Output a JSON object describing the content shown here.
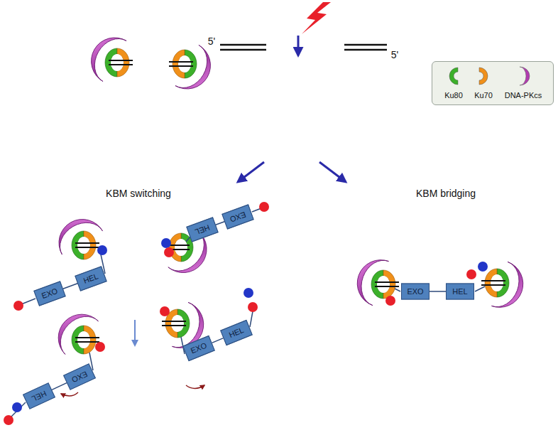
{
  "diagram": {
    "nodes": [
      {
        "text": [
          "EXO"
        ]
      },
      {
        "text": [
          "HEL"
        ]
      },
      {
        "text": [
          "EXO"
        ]
      },
      {
        "text": [
          "HEL"
        ]
      },
      {
        "text": [
          "EXO"
        ]
      },
      {
        "text": [
          "HEL"
        ]
      },
      {
        "text": [
          "EXO"
        ]
      },
      {
        "text": [
          "HEL"
        ]
      },
      {
        "text": [
          "EXO"
        ]
      },
      {
        "text": [
          "HEL"
        ]
      }
    ],
    "edges": [
      {
        "from": 0,
        "to": 1,
        "arrow": "none"
      },
      {
        "from": 2,
        "to": 3,
        "arrow": "none"
      },
      {
        "from": 4,
        "to": 5,
        "arrow": "none"
      },
      {
        "from": 6,
        "to": 7,
        "arrow": "none"
      },
      {
        "from": 8,
        "to": 9,
        "arrow": "none"
      }
    ],
    "labels": [
      "5'",
      "5'",
      "KBM switching",
      "KBM bridging"
    ],
    "legend": [
      {
        "text": "Ku80",
        "color": "#3cb02a"
      },
      {
        "text": "Ku70",
        "color": "#f0901a"
      },
      {
        "text": "DNA-PKcs",
        "color": "#b23cb0"
      }
    ]
  }
}
